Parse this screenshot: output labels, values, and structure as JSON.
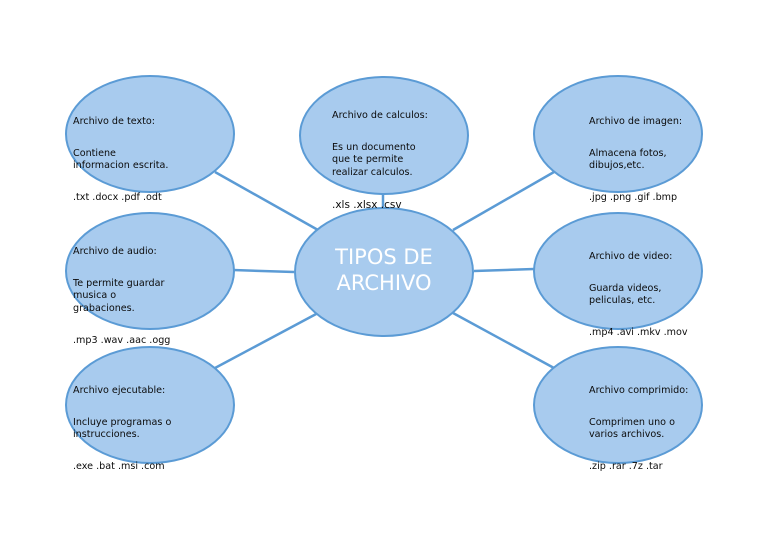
{
  "center": {
    "title": "TIPOS DE\nARCHIVO"
  },
  "nodes": {
    "texto": {
      "title": "Archivo de texto:",
      "desc": "Contiene\ninformacion escrita.",
      "ext": ".txt .docx .pdf .odt"
    },
    "calculos": {
      "title": "Archivo de calculos:",
      "desc": "Es un documento\nque te permite\nrealizar calculos.",
      "ext": ".xls .xlsx .csv"
    },
    "imagen": {
      "title": "Archivo de imagen:",
      "desc": "Almacena fotos,\ndibujos,etc.",
      "ext": ".jpg .png .gif .bmp"
    },
    "audio": {
      "title": "Archivo de audio:",
      "desc": "Te permite guardar\nmusica o\ngrabaciones.",
      "ext": ".mp3 .wav .aac .ogg"
    },
    "video": {
      "title": "Archivo de video:",
      "desc": "Guarda videos,\npeliculas, etc.",
      "ext": ".mp4 .avi .mkv .mov"
    },
    "ejecutable": {
      "title": "Archivo ejecutable:",
      "desc": "Incluye programas o\ninstrucciones.",
      "ext": ".exe .bat .msi .com"
    },
    "comprimido": {
      "title": "Archivo comprimido:",
      "desc": "Comprimen uno o\nvarios archivos.",
      "ext": ".zip .rar .7z .tar"
    }
  },
  "colors": {
    "fill": "#a8cbee",
    "stroke": "#5b9bd5",
    "center_text": "#ffffff"
  }
}
